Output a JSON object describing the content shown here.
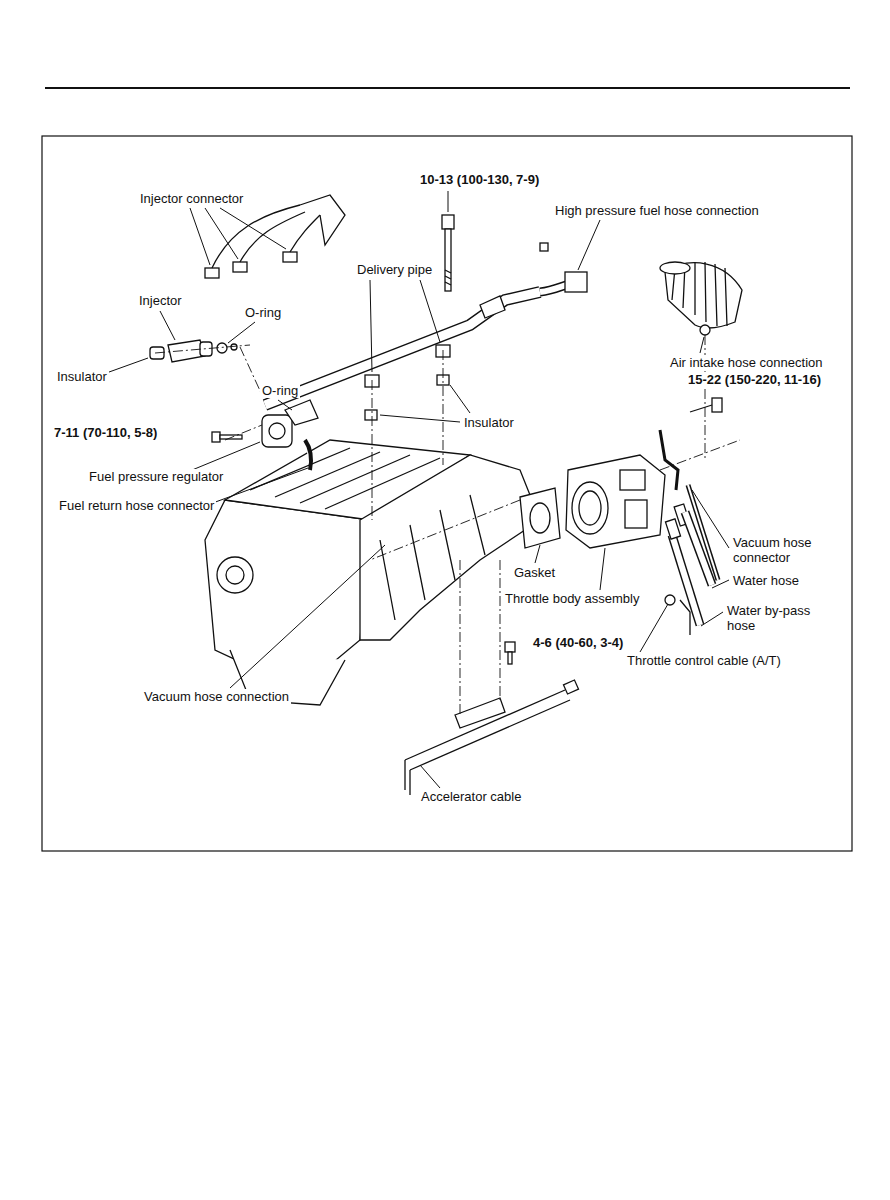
{
  "diagram": {
    "labels": [
      "10-13 (100-130, 7-9)",
      "Injector connector",
      "High pressure fuel hose connection",
      "Delivery pipe",
      "Injector",
      "O-ring",
      "Air intake hose connection",
      "Insulator",
      "15-22 (150-220, 11-16)",
      "O-ring",
      "Insulator",
      "7-11 (70-110, 5-8)",
      "Fuel pressure regulator",
      "Fuel return hose connector",
      "Vacuum hose connector",
      "Gasket",
      "Water hose",
      "Throttle body assembly",
      "Water by-pass hose",
      "4-6 (40-60, 3-4)",
      "Throttle control cable (A/T)",
      "Vacuum hose connection",
      "Accelerator cable"
    ]
  }
}
